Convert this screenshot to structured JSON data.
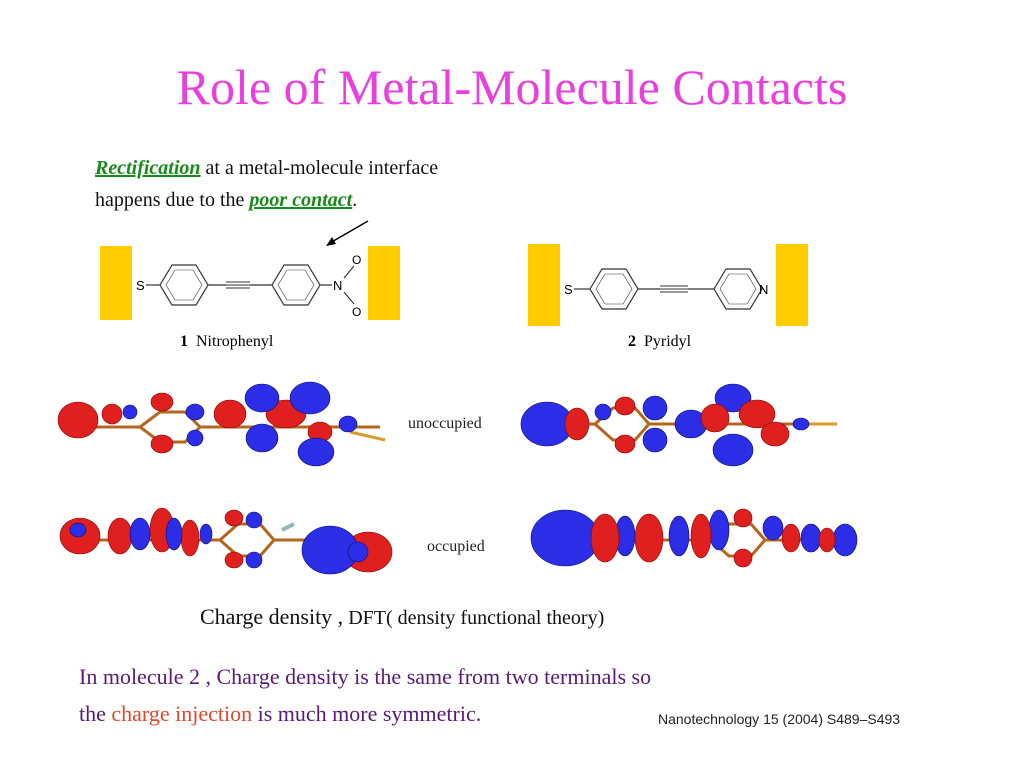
{
  "slide": {
    "title": "Role of Metal-Molecule Contacts",
    "intro": {
      "rectification": "Rectification",
      "line1_rest": " at a metal-molecule interface",
      "line2_start": "happens due to the ",
      "poor_contact": "poor contact",
      "line2_end": "."
    },
    "structures": [
      {
        "number": "1",
        "name": "Nitrophenyl",
        "thiol_label": "S",
        "terminal_labels": [
          "N",
          "O",
          "O"
        ]
      },
      {
        "number": "2",
        "name": "Pyridyl",
        "thiol_label": "S",
        "terminal_labels": [
          "N"
        ]
      }
    ],
    "row_labels": {
      "unoccupied": "unoccupied",
      "occupied": "occupied"
    },
    "caption": {
      "main": "Charge density ,",
      "detail": " DFT( density functional theory)"
    },
    "conclusion": {
      "line1": "In molecule 2 , Charge density is the same from two terminals so",
      "line2_start": "the ",
      "highlight": "charge injection",
      "line2_end": " is much more symmetric."
    },
    "reference": "Nanotechnology 15 (2004) S489–S493"
  },
  "colors": {
    "title": "#e93ee0",
    "green": "#1a8a1a",
    "conclusion_text": "#5a1a78",
    "highlight": "#e3472b",
    "electrode": "#ffcc00",
    "lobe_red": "#e01f1f",
    "lobe_blue": "#2b2ee6"
  }
}
